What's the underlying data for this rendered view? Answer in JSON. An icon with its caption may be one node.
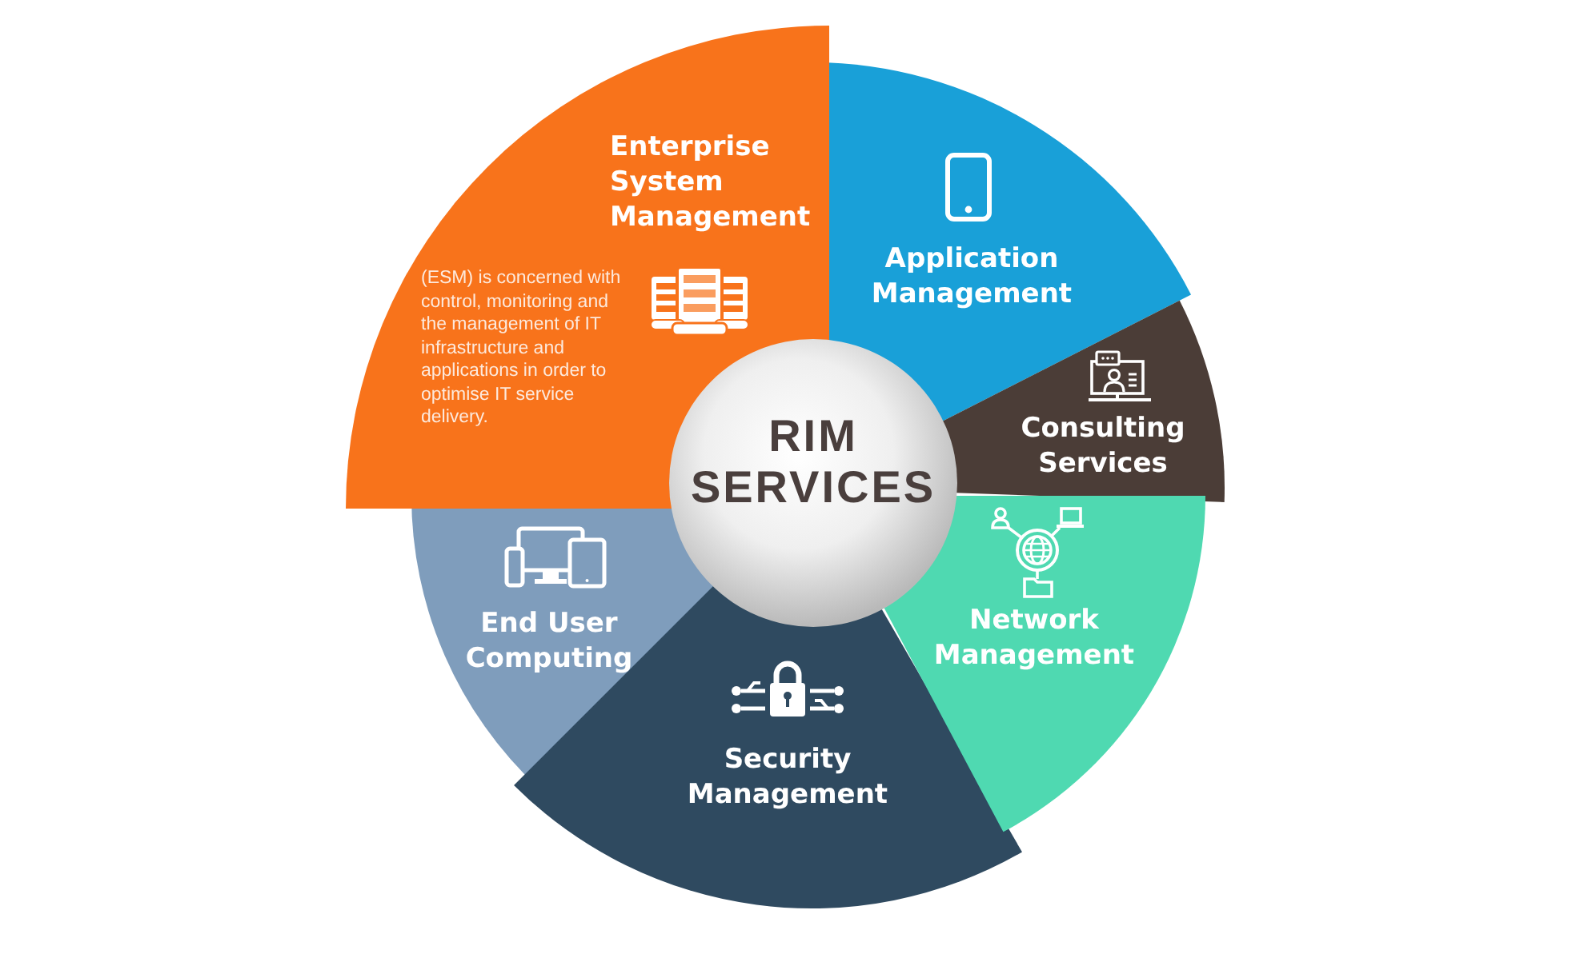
{
  "diagram": {
    "nodes": [
      {
        "text": [
          "RIM SERVICES"
        ]
      },
      {
        "text": [
          "Enterprise System Management",
          "(ESM) is concerned with control, monitoring and the management of IT infrastructure and applications in order to optimise IT service delivery."
        ]
      },
      {
        "text": [
          "Application Management"
        ]
      },
      {
        "text": [
          "Consulting Services"
        ]
      },
      {
        "text": [
          "Network Management"
        ]
      },
      {
        "text": [
          "Security Management"
        ]
      },
      {
        "text": [
          "End User Computing"
        ]
      }
    ]
  }
}
